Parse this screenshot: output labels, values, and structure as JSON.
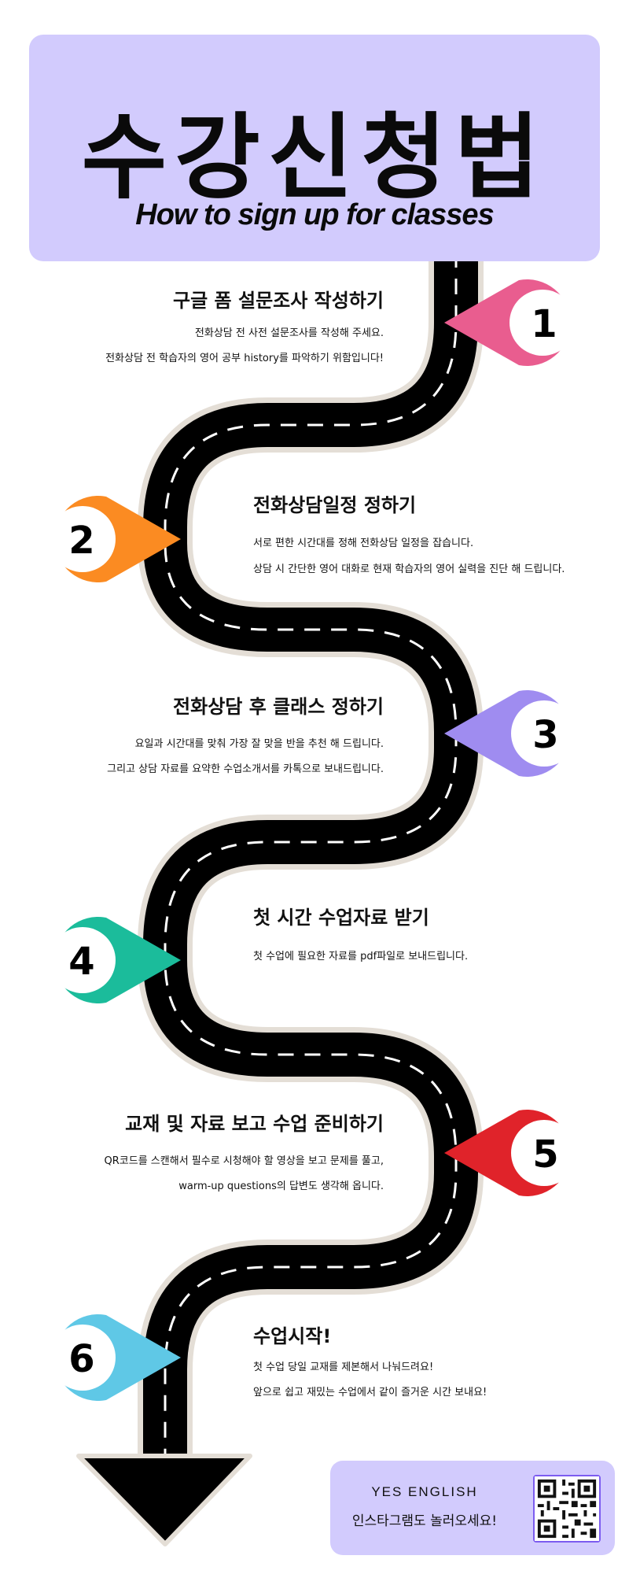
{
  "header": {
    "title_ko": "수강신청법",
    "title_en": "How to sign up for classes"
  },
  "colors": {
    "header_bg": "#d2cbfd",
    "road": "#000000",
    "road_edge": "#e4ded6",
    "pin1": "#e95d8f",
    "pin2": "#fb8b22",
    "pin3": "#9f8cf0",
    "pin4": "#1bbc9b",
    "pin5": "#e0232a",
    "pin6": "#5fc8e6"
  },
  "steps": [
    {
      "number": "1",
      "title": "구글 폼 설문조사 작성하기",
      "lines": [
        "전화상담 전 사전 설문조사를 작성해 주세요.",
        "전화상담 전 학습자의 영어 공부 history를 파악하기 위함입니다!"
      ]
    },
    {
      "number": "2",
      "title": "전화상담일정 정하기",
      "lines": [
        "서로 편한 시간대를 정해 전화상담 일정을 잡습니다.",
        "상담 시 간단한 영어 대화로 현재 학습자의 영어 실력을 진단 해 드립니다."
      ]
    },
    {
      "number": "3",
      "title": "전화상담 후 클래스 정하기",
      "lines": [
        "요일과 시간대를 맞춰 가장 잘 맞을 반을 추천 해 드립니다.",
        "그리고 상담 자료를 요약한 수업소개서를 카톡으로 보내드립니다."
      ]
    },
    {
      "number": "4",
      "title": "첫 시간 수업자료 받기",
      "lines": [
        "첫 수업에 필요한 자료를 pdf파일로 보내드립니다."
      ]
    },
    {
      "number": "5",
      "title": "교재 및 자료 보고 수업 준비하기",
      "lines": [
        "QR코드를 스캔해서 필수로 시청해야 할 영상을 보고 문제를 풀고,",
        "warm-up questions의 답변도 생각해 옵니다."
      ]
    },
    {
      "number": "6",
      "title": "수업시작!",
      "lines": [
        "첫 수업 당일 교재를 제본해서 나눠드려요!",
        "앞으로 쉽고 재밌는 수업에서 같이 즐거운 시간 보내요!"
      ]
    }
  ],
  "footer": {
    "brand": "YES ENGLISH",
    "subtitle": "인스타그램도 놀러오세요!",
    "qr_icon": "qr-code-icon"
  }
}
